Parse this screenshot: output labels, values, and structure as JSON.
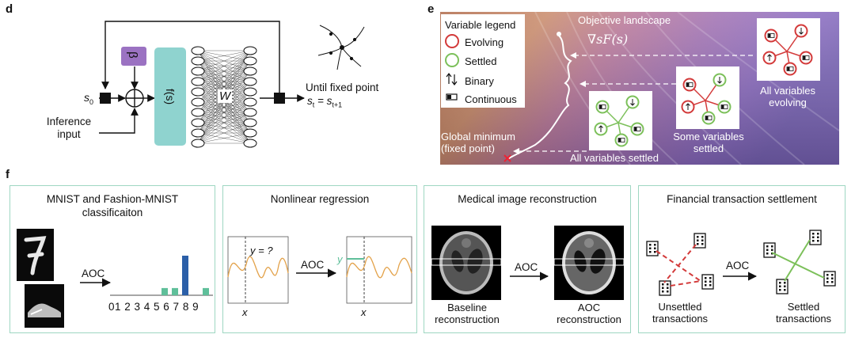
{
  "labels": {
    "d": "d",
    "e": "e",
    "f": "f"
  },
  "panel_d": {
    "s0": "s",
    "s0_sub": "0",
    "beta": "β",
    "fs": "f(s)",
    "w": "W",
    "inference_input": "Inference\ninput",
    "until_fixed_point": "Until fixed point",
    "st": "s",
    "st_sub": "t",
    "eq": " = s",
    "eq_sub": "t+1"
  },
  "panel_e": {
    "legend_title": "Variable legend",
    "legend_items": [
      "Evolving",
      "Settled",
      "Binary",
      "Continuous"
    ],
    "objective_landscape": "Objective landscape",
    "gradient": "∇sF(s)",
    "global_minimum": "Global minimum\n(fixed point)",
    "all_evolving": "All variables\nevolving",
    "some_settled": "Some variables\nsettled",
    "all_settled": "All variables settled"
  },
  "panel_f": {
    "boxes": [
      {
        "title": "MNIST and Fashion-MNIST\nclassificaiton"
      },
      {
        "title": "Nonlinear regression"
      },
      {
        "title": "Medical image reconstruction"
      },
      {
        "title": "Financial transaction settlement"
      }
    ],
    "aoc": "AOC",
    "digits": [
      "0",
      "1",
      "2",
      "3",
      "4",
      "5",
      "6",
      "7",
      "8",
      "9"
    ],
    "digits_text": "01 2 3 4 5 6 7 8 9",
    "bar_values": [
      0,
      0,
      0,
      0,
      0,
      0.1,
      0.1,
      0.55,
      0,
      0.1
    ],
    "y_question": "y = ?",
    "y_label": "y",
    "x_label": "x",
    "baseline_recon": "Baseline\nreconstruction",
    "aoc_recon": "AOC\nreconstruction",
    "unsettled": "Unsettled\ntransactions",
    "settled": "Settled\ntransactions",
    "colors": {
      "teal": "#8fd3cf",
      "beta": "#9b72c2",
      "bar_blue": "#2b5fa8",
      "bar_green": "#5fbf9a",
      "curve": "#e3a24a",
      "red": "#d33a3a",
      "green": "#7cc05a",
      "box_border": "#9fd7c2"
    }
  }
}
